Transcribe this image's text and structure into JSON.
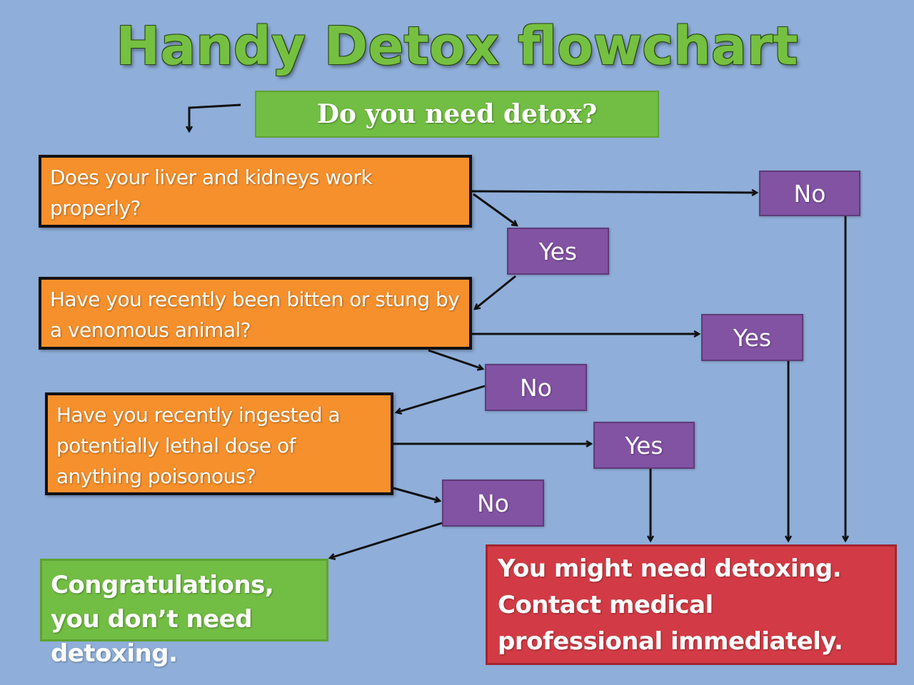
{
  "title": "Handy Detox flowchart",
  "start": "Do you need detox?",
  "questions": [
    "Does your liver and kidneys work properly?",
    "Have you recently been bitten or stung by a venomous animal?",
    "Have you recently ingested a potentially lethal dose of anything poisonous?"
  ],
  "answers": {
    "q1_no": "No",
    "q1_yes": "Yes",
    "q2_yes": "Yes",
    "q2_no": "No",
    "q3_yes": "Yes",
    "q3_no": "No"
  },
  "outcomes": {
    "congrats": "Congratulations, you don’t need detoxing.",
    "danger": "You might need detoxing. Contact medical professional immediately."
  },
  "colors": {
    "background": "#8faed9",
    "start_green": "#72bd44",
    "question_orange": "#f6902c",
    "answer_purple": "#8252a3",
    "danger_red": "#d23b45",
    "arrow": "#111111"
  }
}
